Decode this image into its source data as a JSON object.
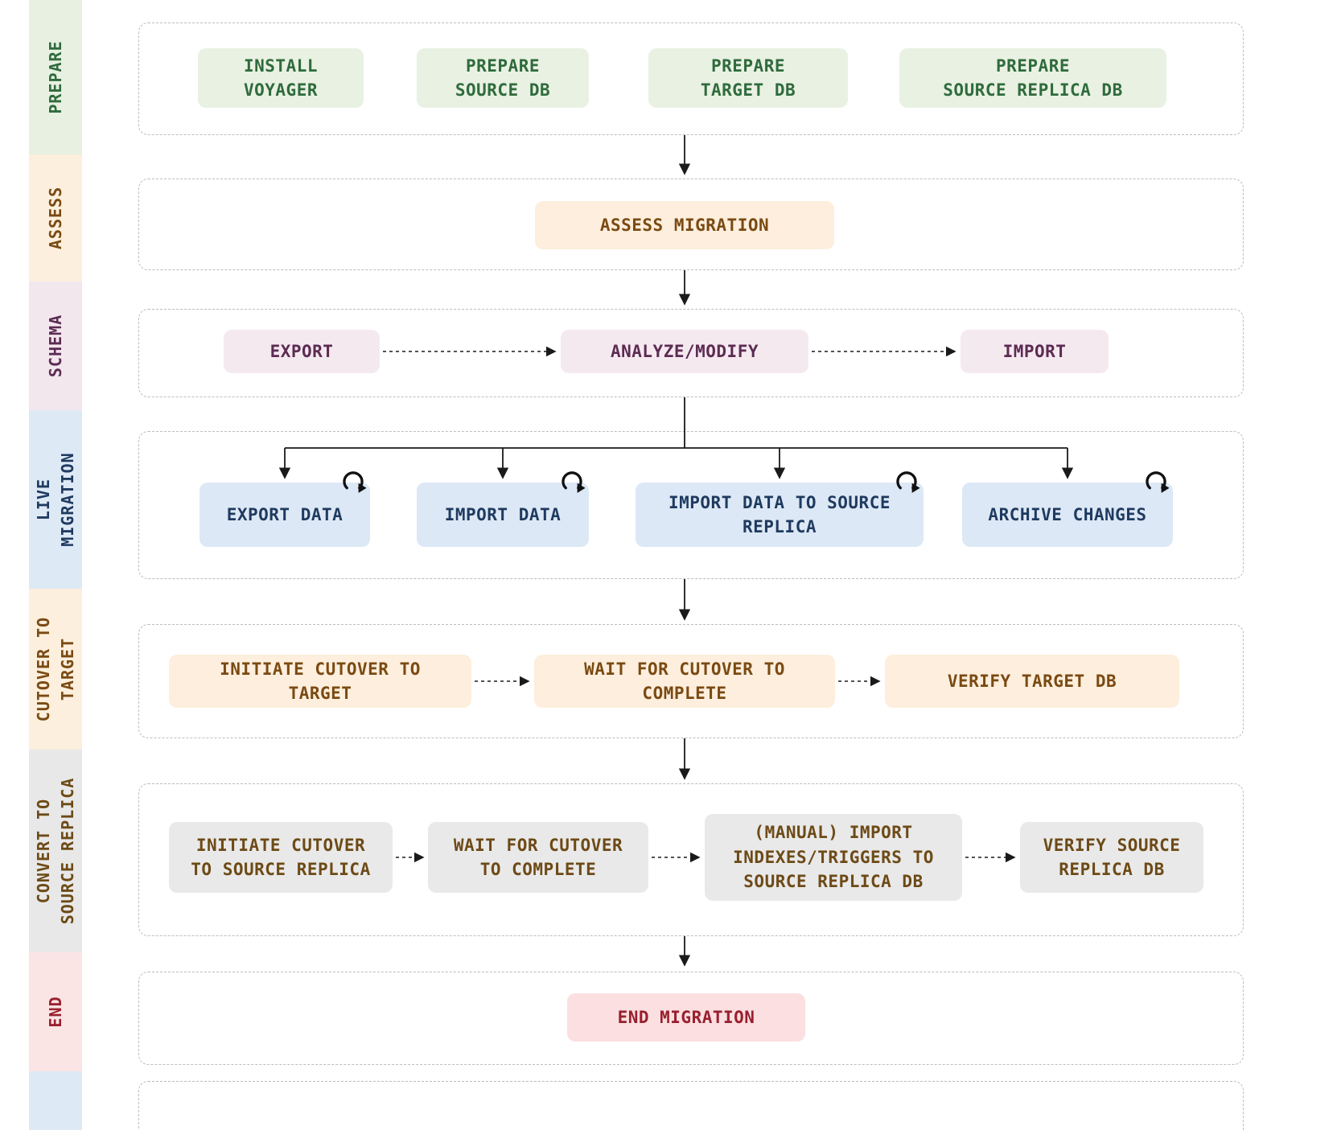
{
  "phases": {
    "prepare": {
      "name": "PREPARE",
      "install_voyager": "INSTALL\nVOYAGER",
      "prepare_source_db": "PREPARE\nSOURCE DB",
      "prepare_target_db": "PREPARE\nTARGET DB",
      "prepare_source_replica_db": "PREPARE\nSOURCE REPLICA DB"
    },
    "assess": {
      "name": "ASSESS",
      "assess_migration": "ASSESS MIGRATION"
    },
    "schema": {
      "name": "SCHEMA",
      "export": "EXPORT",
      "analyze_modify": "ANALYZE/MODIFY",
      "import": "IMPORT"
    },
    "live_migration": {
      "name": "LIVE\nMIGRATION",
      "export_data": "EXPORT DATA",
      "import_data": "IMPORT DATA",
      "import_data_to_source_replica": "IMPORT DATA TO SOURCE\nREPLICA",
      "archive_changes": "ARCHIVE CHANGES"
    },
    "cutover_to_target": {
      "name": "CUTOVER TO\nTARGET",
      "initiate_cutover_to_target": "INITIATE CUTOVER TO\nTARGET",
      "wait_for_cutover_to_complete": "WAIT FOR CUTOVER TO\nCOMPLETE",
      "verify_target_db": "VERIFY TARGET DB"
    },
    "convert_to_source_replica": {
      "name": "CONVERT TO\nSOURCE REPLICA",
      "initiate_cutover_to_source_replica": "INITIATE CUTOVER\nTO SOURCE REPLICA",
      "wait_for_cutover_to_complete": "WAIT FOR CUTOVER\nTO COMPLETE",
      "manual_import_indexes_triggers": "(MANUAL) IMPORT\nINDEXES/TRIGGERS TO\nSOURCE REPLICA DB",
      "verify_source_replica_db": "VERIFY SOURCE\nREPLICA DB"
    },
    "end": {
      "name": "END",
      "end_migration": "END MIGRATION"
    }
  },
  "colors": {
    "prepare_bg": "#e9f1e3",
    "prepare_text": "#2f6b3c",
    "assess_bg": "#fdeedd",
    "assess_text": "#7a4a12",
    "schema_bg": "#f5e9f0",
    "schema_text": "#5c2b52",
    "live_bg": "#dde8f6",
    "live_text": "#1e3a5f",
    "cutover_bg": "#fdeedd",
    "cutover_text": "#7a4a12",
    "convert_bg": "#e9e9e9",
    "convert_text": "#6d4a16",
    "end_bg": "#fbdfe1",
    "end_text": "#99202e",
    "arrow": "#1a1a1a",
    "band_border": "#bcbcbc"
  }
}
